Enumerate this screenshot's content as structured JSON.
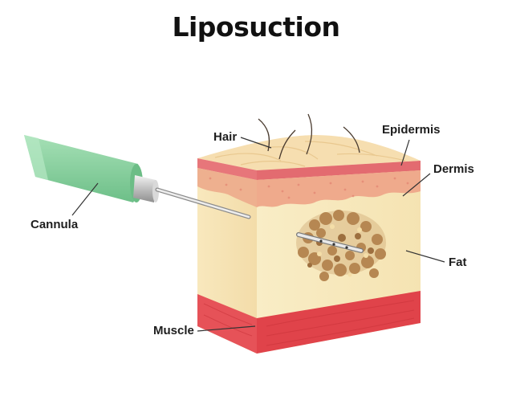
{
  "title": "Liposuction",
  "labels": {
    "hair": "Hair",
    "epidermis": "Epidermis",
    "dermis": "Dermis",
    "cannula": "Cannula",
    "fat": "Fat",
    "muscle": "Muscle"
  },
  "colors": {
    "cannula_body": "#8fd4a4",
    "cannula_dark": "#5fb77d",
    "skin_top": "#f6deb0",
    "epidermis": "#e7767a",
    "dermis": "#f2c99a",
    "fat": "#f8e8b8",
    "fat_cells": "#b78a55",
    "muscle": "#e3484e"
  }
}
